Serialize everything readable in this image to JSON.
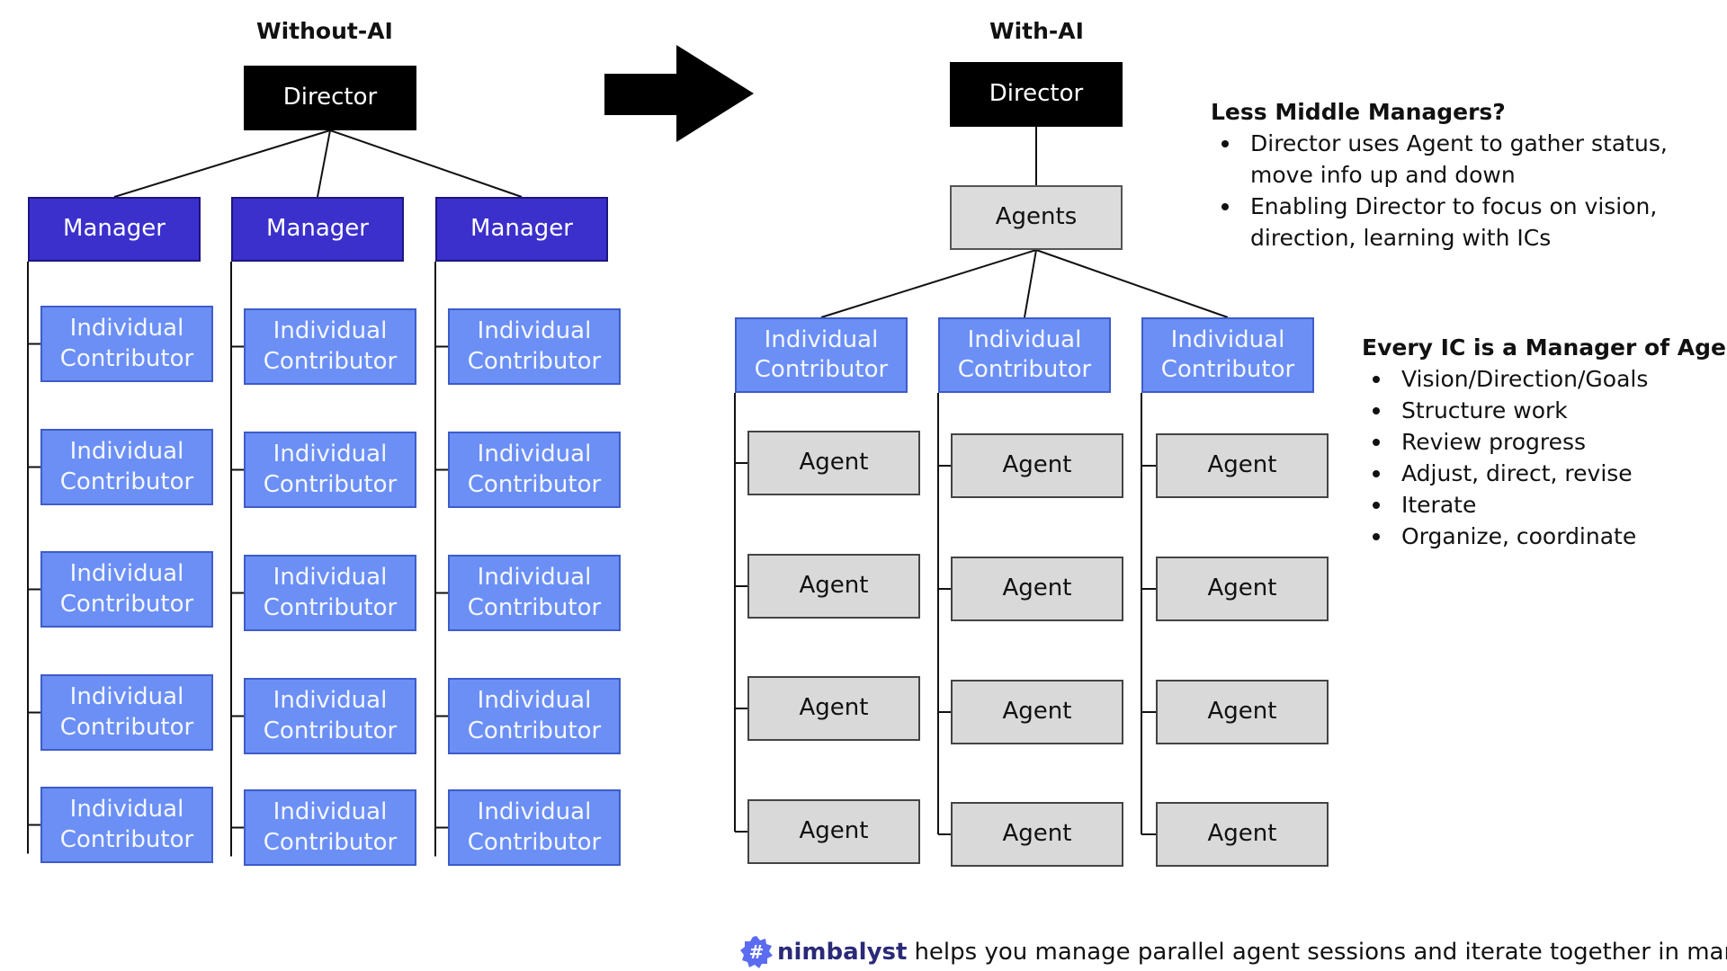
{
  "without_ai": {
    "heading": "Without-AI",
    "director": "Director",
    "managers": [
      {
        "label": "Manager",
        "ics": [
          [
            "Individual",
            "Contributor"
          ],
          [
            "Individual",
            "Contributor"
          ],
          [
            "Individual",
            "Contributor"
          ],
          [
            "Individual",
            "Contributor"
          ],
          [
            "Individual",
            "Contributor"
          ]
        ]
      },
      {
        "label": "Manager",
        "ics": [
          [
            "Individual",
            "Contributor"
          ],
          [
            "Individual",
            "Contributor"
          ],
          [
            "Individual",
            "Contributor"
          ],
          [
            "Individual",
            "Contributor"
          ],
          [
            "Individual",
            "Contributor"
          ]
        ]
      },
      {
        "label": "Manager",
        "ics": [
          [
            "Individual",
            "Contributor"
          ],
          [
            "Individual",
            "Contributor"
          ],
          [
            "Individual",
            "Contributor"
          ],
          [
            "Individual",
            "Contributor"
          ],
          [
            "Individual",
            "Contributor"
          ]
        ]
      }
    ]
  },
  "with_ai": {
    "heading": "With-AI",
    "director": "Director",
    "hub": "Agents",
    "ics": [
      {
        "label": [
          "Individual",
          "Contributor"
        ],
        "agents": [
          "Agent",
          "Agent",
          "Agent",
          "Agent"
        ]
      },
      {
        "label": [
          "Individual",
          "Contributor"
        ],
        "agents": [
          "Agent",
          "Agent",
          "Agent",
          "Agent"
        ]
      },
      {
        "label": [
          "Individual",
          "Contributor"
        ],
        "agents": [
          "Agent",
          "Agent",
          "Agent",
          "Agent"
        ]
      }
    ]
  },
  "notes": {
    "less_managers": {
      "title": "Less Middle Managers?",
      "bullets": [
        "Director uses Agent to gather status, move info up and down",
        "Enabling Director to focus on vision, direction, learning with ICs"
      ]
    },
    "every_ic": {
      "title": "Every IC is a Manager of Agents:",
      "bullets": [
        "Vision/Direction/Goals",
        "Structure work",
        "Review progress",
        "Adjust, direct, revise",
        "Iterate",
        "Organize, coordinate"
      ]
    }
  },
  "footer": {
    "brand_icon": "hash-badge-icon",
    "brand_name": "nimbalyst",
    "tagline": "helps you manage parallel agent sessions  and iterate together in markdown"
  },
  "colors": {
    "director": "#000000",
    "manager": "#3b30cc",
    "ic": "#6b8ff5",
    "agent": "#d9d9d9",
    "brand": "#5b6cf0"
  }
}
